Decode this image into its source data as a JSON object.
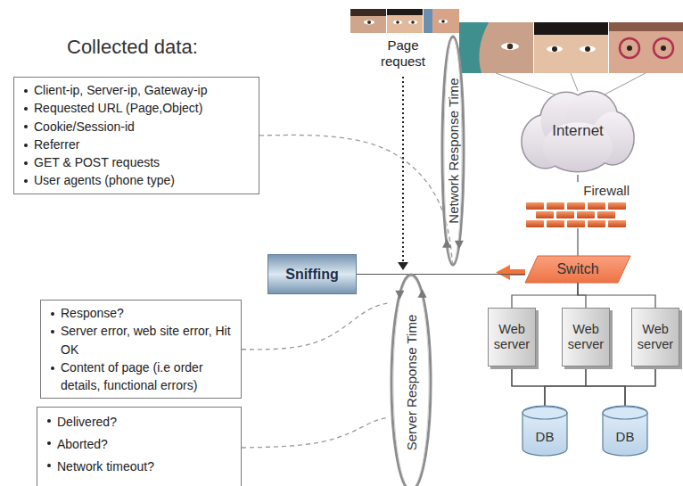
{
  "diagram": {
    "title": "Collected data:",
    "nodes": [
      {
        "text": [
          "Client-ip, Server-ip, Gateway-ip",
          "Requested URL (Page,Object)",
          "Cookie/Session-id",
          "Referrer",
          "GET & POST requests",
          "User agents (phone type)"
        ]
      },
      {
        "text": [
          "Response?",
          "Server error, web site error, Hit OK",
          "Content of page (i.e order details, functional errors)"
        ]
      },
      {
        "text": [
          "Delivered?",
          "Aborted?",
          "Network timeout?"
        ]
      },
      {
        "text": [
          "Sniffing"
        ]
      },
      {
        "text": [
          "Network Response Time"
        ]
      },
      {
        "text": [
          "Server Response Time"
        ]
      },
      {
        "text": [
          "Internet"
        ]
      },
      {
        "text": [
          "Firewall"
        ]
      },
      {
        "text": [
          "Switch"
        ]
      },
      {
        "text": [
          "Web server"
        ]
      },
      {
        "text": [
          "Web server"
        ]
      },
      {
        "text": [
          "Web server"
        ]
      },
      {
        "text": [
          "DB"
        ]
      },
      {
        "text": [
          "DB"
        ]
      }
    ],
    "edges": [
      {
        "from": 0,
        "to": 4,
        "arrow": "none"
      },
      {
        "from": 1,
        "to": 5,
        "arrow": "none"
      },
      {
        "from": 2,
        "to": 5,
        "arrow": "none"
      },
      {
        "from": 6,
        "to": 7,
        "arrow": "none"
      },
      {
        "from": 7,
        "to": 8,
        "arrow": "none"
      },
      {
        "from": 8,
        "to": 3,
        "arrow": "none"
      },
      {
        "from": 8,
        "to": 9,
        "arrow": "none"
      },
      {
        "from": 8,
        "to": 10,
        "arrow": "none"
      },
      {
        "from": 8,
        "to": 11,
        "arrow": "none"
      },
      {
        "from": 9,
        "to": 12,
        "arrow": "none"
      },
      {
        "from": 9,
        "to": 13,
        "arrow": "none"
      },
      {
        "from": 10,
        "to": 12,
        "arrow": "none"
      },
      {
        "from": 10,
        "to": 13,
        "arrow": "none"
      },
      {
        "from": 11,
        "to": 12,
        "arrow": "none"
      },
      {
        "from": 11,
        "to": 13,
        "arrow": "none"
      }
    ],
    "labels": [
      "Page request"
    ]
  }
}
